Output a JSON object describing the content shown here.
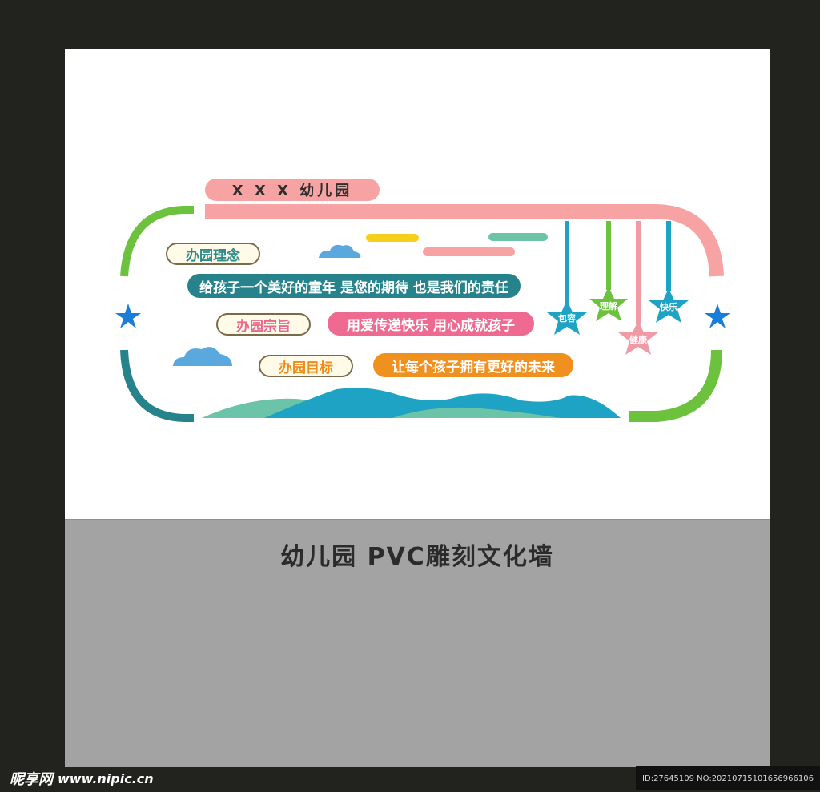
{
  "wall": {
    "title": "X X X 幼儿园",
    "sections": [
      {
        "label": "办园理念",
        "text": "给孩子一个美好的童年 是您的期待 也是我们的责任",
        "label_color": "#2b8a8a",
        "text_bg": "#26838c"
      },
      {
        "label": "办园宗旨",
        "text": "用爱传递快乐 用心成就孩子",
        "label_color": "#e86a8e",
        "text_bg": "#ee6a91"
      },
      {
        "label": "办园目标",
        "text": "让每个孩子拥有更好的未来",
        "label_color": "#f08c1a",
        "text_bg": "#f0901e"
      }
    ],
    "stars": [
      {
        "label": "包容",
        "color": "#1fa3c4"
      },
      {
        "label": "理解",
        "color": "#6cc23c"
      },
      {
        "label": "健康",
        "color": "#f09aa6"
      },
      {
        "label": "快乐",
        "color": "#1fa3c4"
      }
    ],
    "side_stars": {
      "color": "#1a7ed8"
    }
  },
  "caption": "幼儿园 PVC雕刻文化墙",
  "footer": {
    "brand": "昵享网",
    "site": "www.nipic.cn",
    "id_text": "ID:27645109 NO:20210715101656966106"
  }
}
